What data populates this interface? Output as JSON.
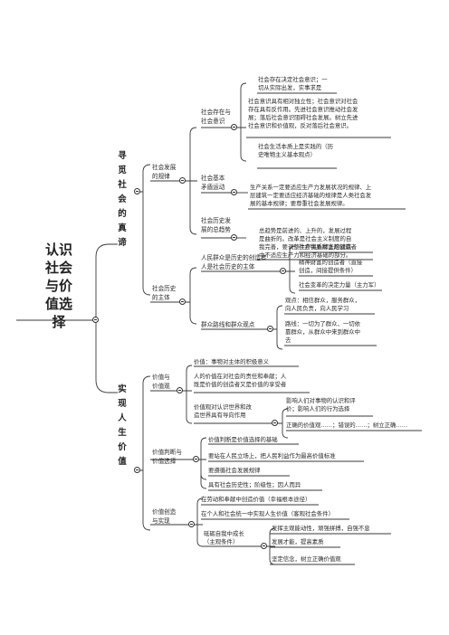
{
  "root": [
    "认识",
    "社会",
    "与价",
    "值选",
    "择"
  ],
  "branches": {
    "b1": [
      "寻",
      "觅",
      "社",
      "会",
      "的",
      "真",
      "谛"
    ],
    "b2": [
      "实",
      "现",
      "人",
      "生",
      "价",
      "值"
    ]
  },
  "nodes": {
    "n1": "社会发展",
    "n1b": "的规律",
    "n1_1": "社会存在与",
    "n1_1b": "社会意识",
    "n1_1_1": "社会存在决定社会意识；一",
    "n1_1_1b": "切从实际出发，实事求是",
    "n1_1_2": "社会意识具有相对独立性；社会意识对社会",
    "n1_1_2b": "存在具有反作用。先进社会意识推动社会发",
    "n1_1_2c": "展；落后社会意识阻碍社会发展。树立先进",
    "n1_1_2d": "社会意识和价值观，反对落后社会意识。",
    "n1_1_3": "社会生活本质上是实践的（历",
    "n1_1_3b": "史唯物主义基本观点）",
    "n1_2": "社会基本",
    "n1_2b": "矛盾运动",
    "n1_2_1": "生产关系一定要适应生产力发展状况的规律、上",
    "n1_2_1b": "层建筑一定要适应经济基础的规律是人类社会发",
    "n1_2_1c": "展的基本规律；要尊重社会发展规律。",
    "n1_3": "社会历史发",
    "n1_3b": "展的总趋势",
    "n1_3_1": "总趋势是前进的、上升的，发展过程",
    "n1_3_1b": "是曲折的。改革是社会主义制度的自",
    "n1_3_1c": "我完善，要调整生产关系和上层建筑",
    "n1_3_1d": "中不适应生产力和经济基础的部分。",
    "n2": "社会历史",
    "n2b": "的主体",
    "n2_1": "人民群众是历史的创造者",
    "n2_1b": "人是社会历史的主体",
    "n2_1_1": "社会物质财富的创造者",
    "n2_1_2": "精神财富的创造者（直接",
    "n2_1_2b": "创造，间接提供条件）",
    "n2_1_3": "社会变革的决定力量（主力军）",
    "n2_2": "群众路线和群众观点",
    "n2_2_1": "观点：相信群众，服务群众，",
    "n2_2_1b": "向人民负责，向人民学习",
    "n2_2_2": "路线：一切为了群众、一切依",
    "n2_2_2b": "靠群众，从群众中来到群众中",
    "n2_2_2c": "去",
    "n3": "价值与",
    "n3b": "价值观",
    "n3_1": "价值：事物对主体的积极意义",
    "n3_2": "人的价值在对社会的责任和奉献；人",
    "n3_2b": "既是价值的创造者又是价值的享受者",
    "n3_3": "价值观对认识世界和改",
    "n3_3b": "造世界具有导向作用",
    "n3_3_1": "影响人们对事物的认识和评",
    "n3_3_1b": "价；影响人们的行为选择",
    "n3_3_2": "正确的价值观……；错误的……；树立正确……",
    "n4": "价值判断与",
    "n4b": "价值选择",
    "n4_1": "价值判断是价值选择的基础",
    "n4_2": "要站在人民立场上，把人民利益作为最高价值标准",
    "n4_3": "要遵循社会发展规律",
    "n4_4": "具有社会历史性；阶级性；因人而异",
    "n5": "价值创造",
    "n5b": "与实现",
    "n5_1": "在劳动和奉献中创造价值（幸福根本途径）",
    "n5_2": "在个人和社会统一中实现人生价值（客观社会条件）",
    "n5_3": "砥砺自我中成长",
    "n5_3b": "（主观条件）",
    "n5_3_1": "发挥主观能动性，顽强拼搏，自强不息",
    "n5_3_2": "发展才能，提高素质",
    "n5_3_3": "坚定信念，树立正确价值观"
  },
  "colors": {
    "line": "#3a3a3a",
    "text": "#2a2a2a"
  },
  "icons": {
    "toggle": "collapse-toggle-icon"
  }
}
